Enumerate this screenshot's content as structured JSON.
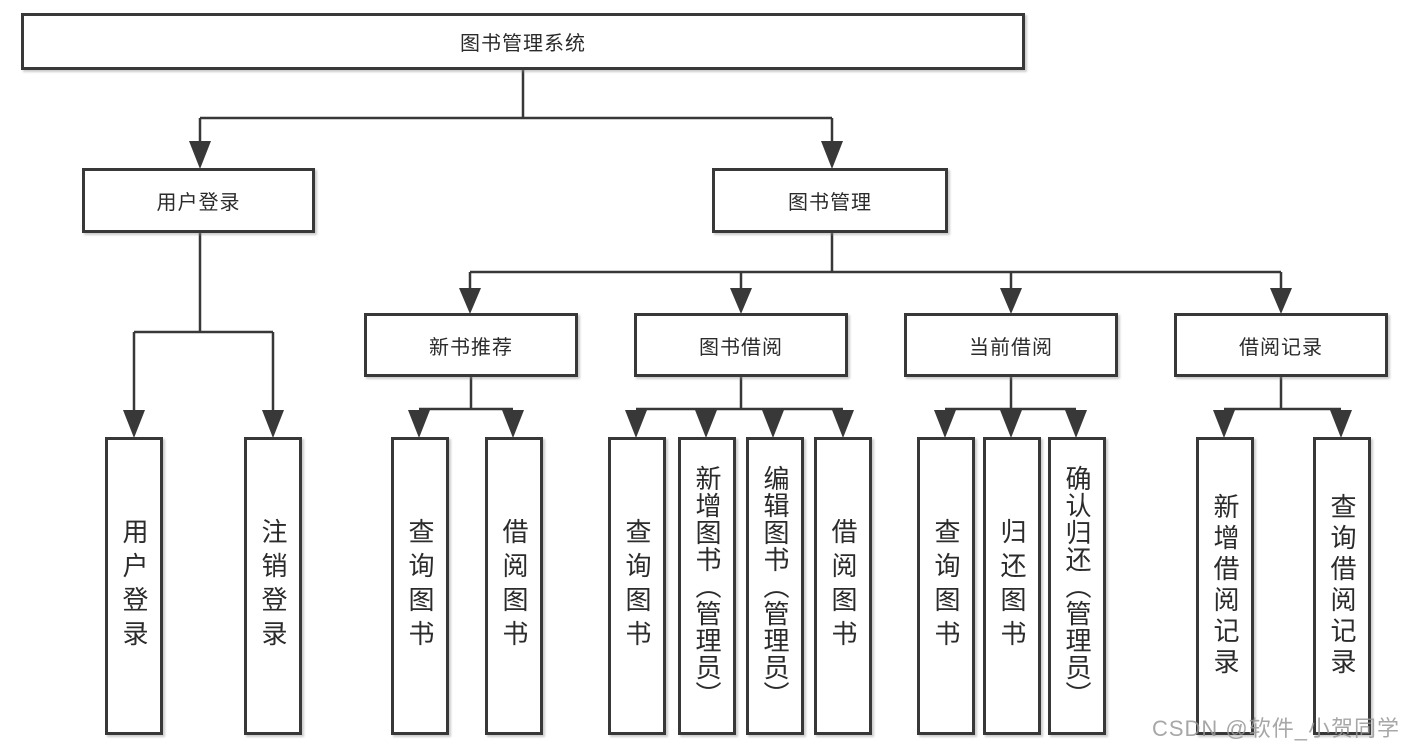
{
  "root": {
    "label": "图书管理系统"
  },
  "user_login": {
    "label": "用户登录",
    "children": [
      "用户登录",
      "注销登录"
    ]
  },
  "book_management": {
    "label": "图书管理"
  },
  "new_book": {
    "label": "新书推荐",
    "children": [
      "查询图书",
      "借阅图书"
    ]
  },
  "book_borrow": {
    "label": "图书借阅",
    "children": [
      "查询图书",
      "新增图书（管理员）",
      "编辑图书（管理员）",
      "借阅图书"
    ]
  },
  "current_borrow": {
    "label": "当前借阅",
    "children": [
      "查询图书",
      "归还图书",
      "确认归还（管理员）"
    ]
  },
  "borrow_record": {
    "label": "借阅记录",
    "children": [
      "新增借阅记录",
      "查询借阅记录"
    ]
  },
  "watermark": "CSDN @软件_小贺同学",
  "colors": {
    "line": "#383838",
    "box_border": "#383838",
    "text": "#2b2b2b",
    "watermark": "#989898",
    "background": "#ffffff"
  }
}
